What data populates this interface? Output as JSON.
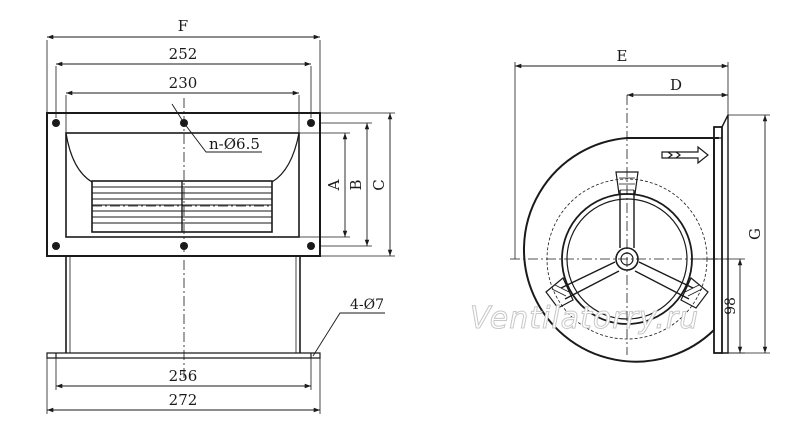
{
  "front_view": {
    "dim_F": "F",
    "dim_252": "252",
    "dim_230": "230",
    "hole_note": "n-Ø6.5",
    "dim_A": "A",
    "dim_B": "B",
    "dim_C": "C",
    "foot_holes": "4-Ø7",
    "dim_256": "256",
    "dim_272": "272"
  },
  "side_view": {
    "dim_E": "E",
    "dim_D": "D",
    "dim_G": "G",
    "dim_98": "98"
  },
  "watermark": "Ventilatorry.ru",
  "colors": {
    "line": "#1a1a1a",
    "fill": "#ffffff",
    "watermark_outline": "#c8c8c8"
  }
}
